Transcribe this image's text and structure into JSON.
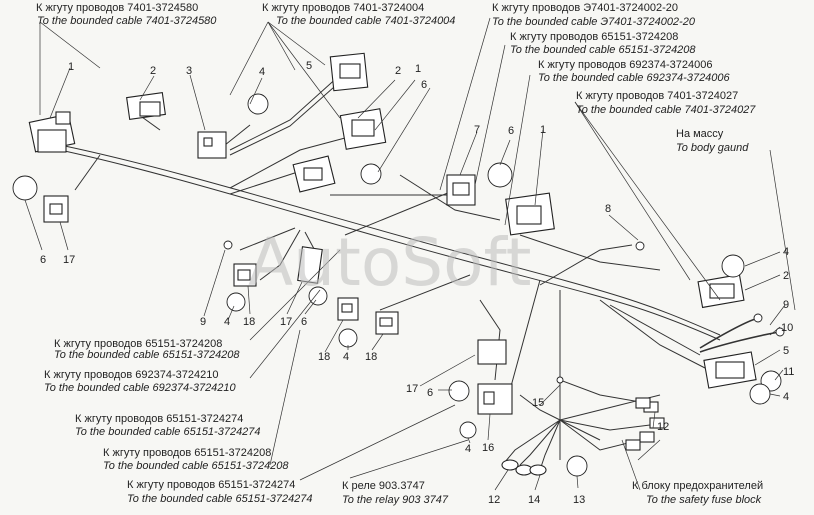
{
  "watermark": "AutoSoft",
  "labels": {
    "c7401_580_ru": "К жгуту проводов 7401-3724580",
    "c7401_580_en": "To the bounded cable 7401-3724580",
    "c7401_004_ru": "К жгуту проводов 7401-3724004",
    "c7401_004_en": "To the bounded cable 7401-3724004",
    "ce7401_002_ru": "К жгуту проводов Э7401-3724002-20",
    "ce7401_002_en": "To the bounded cable Э7401-3724002-20",
    "c65151_208a_ru": "К жгуту проводов 65151-3724208",
    "c65151_208a_en": "To the bounded cable 65151-3724208",
    "c692374_006_ru": "К жгуту проводов 692374-3724006",
    "c692374_006_en": "To the bounded cable 692374-3724006",
    "c7401_027_ru": "К жгуту проводов 7401-3724027",
    "c7401_027_en": "To the bounded cable 7401-3724027",
    "ground_ru": "На массу",
    "ground_en": "To body gaund",
    "c65151_208b_ru": "К жгуту проводов 65151-3724208",
    "c65151_208b_en": "To the bounded cable 65151-3724208",
    "c692374_210_ru": "К жгуту проводов 692374-3724210",
    "c692374_210_en": "To the bounded cable 692374-3724210",
    "c65151_274a_ru": "К жгуту проводов 65151-3724274",
    "c65151_274a_en": "To the bounded cable 65151-3724274",
    "c65151_208c_ru": "К жгуту проводов 65151-3724208",
    "c65151_208c_en": "To the bounded cable 65151-3724208",
    "c65151_274b_ru": "К жгуту проводов 65151-3724274",
    "c65151_274b_en": "To the bounded cable 65151-3724274",
    "relay_ru": "К реле 903.3747",
    "relay_en": "To the relay 903 3747",
    "fuse_ru": "К блоку предохранителей",
    "fuse_en": "To the safety fuse block"
  },
  "numbers": {
    "n1a": "1",
    "n2a": "2",
    "n3": "3",
    "n4a": "4",
    "n5a": "5",
    "n2b": "2",
    "n1b": "1",
    "n6a": "6",
    "n7": "7",
    "n6b": "6",
    "n1c": "1",
    "n8": "8",
    "n6c": "6",
    "n17a": "17",
    "n4b": "4",
    "n2c": "2",
    "n9a": "9",
    "n10": "10",
    "n5b": "5",
    "n11": "11",
    "n4c": "4",
    "n9b": "9",
    "n4d": "4",
    "n18a": "18",
    "n17b": "17",
    "n6d": "6",
    "n18b": "18",
    "n4e": "4",
    "n18c": "18",
    "n17c": "17",
    "n6e": "6",
    "n15": "15",
    "n12a": "12",
    "n16": "16",
    "n4f": "4",
    "n12b": "12",
    "n14": "14",
    "n13": "13"
  }
}
